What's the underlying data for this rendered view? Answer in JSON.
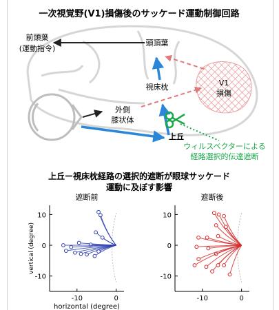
{
  "title": "一次視覚野(V1)損傷後のサッケード運動制御回路",
  "diagram": {
    "labels": {
      "frontal": [
        "前頭葉",
        "(運動指令)"
      ],
      "parietal": "頭頂葉",
      "pulvinar": "視床枕",
      "v1": [
        "V1",
        "損傷"
      ],
      "lgn": [
        "外側",
        "膝状体"
      ],
      "sc": "上丘",
      "virus": [
        "ウィルスベクターによる",
        "経路選択的伝達遮断"
      ]
    },
    "colors": {
      "black_arrow": "#222222",
      "blue_arrow": "#2a86d8",
      "red_dashed": "#e07a7a",
      "green": "#1aa84a",
      "lesion_hatch": "#e58a8a",
      "brain_outline": "#d6d6d6"
    },
    "icons": [
      "eye-icon",
      "scissors-icon"
    ]
  },
  "subtitle": [
    "上丘ー視床枕経路の選択的遮断が眼球サッケード",
    "運動に及ぼす影響"
  ],
  "chart_data": [
    {
      "type": "line",
      "title": "遮断前",
      "xlabel": "horizontal (degree)",
      "ylabel": "vertical (degree)",
      "xlim": [
        -17,
        2
      ],
      "ylim": [
        -15,
        13
      ],
      "xticks": [
        -10,
        0
      ],
      "yticks": [
        10,
        0,
        -10
      ],
      "series_color": "#2e3fb0",
      "endpoints": [
        [
          -4.5,
          10.8
        ],
        [
          -4.0,
          9.8
        ],
        [
          -5.2,
          4.2
        ],
        [
          -3.5,
          2.5
        ],
        [
          -9.5,
          0.8
        ],
        [
          -6.5,
          0.2
        ],
        [
          -13.5,
          0.0
        ],
        [
          -11.5,
          -0.6
        ],
        [
          -12.8,
          -1.8
        ],
        [
          -10.5,
          -2.4
        ],
        [
          -9.0,
          -2.8
        ],
        [
          -7.5,
          -3.0
        ],
        [
          -5.5,
          -3.5
        ],
        [
          -4.5,
          -2.0
        ]
      ]
    },
    {
      "type": "line",
      "title": "遮断後",
      "xlabel": "",
      "ylabel": "",
      "xlim": [
        -17,
        2
      ],
      "ylim": [
        -15,
        13
      ],
      "xticks": [
        -10,
        0
      ],
      "yticks": [
        10,
        0,
        -10
      ],
      "series_color": "#d42a2a",
      "endpoints": [
        [
          -7.0,
          10.5
        ],
        [
          -5.8,
          10.0
        ],
        [
          -4.5,
          9.5
        ],
        [
          -6.5,
          6.5
        ],
        [
          -4.0,
          6.0
        ],
        [
          -11.0,
          2.5
        ],
        [
          -8.8,
          2.5
        ],
        [
          -6.0,
          3.0
        ],
        [
          -11.5,
          -0.5
        ],
        [
          -8.5,
          -1.0
        ],
        [
          -6.5,
          -2.8
        ],
        [
          -11.0,
          -4.5
        ],
        [
          -12.0,
          -6.5
        ],
        [
          -9.0,
          -7.0
        ],
        [
          -7.5,
          -8.5
        ],
        [
          -6.0,
          -6.5
        ],
        [
          -4.5,
          -6.5
        ],
        [
          -3.0,
          -9.5
        ]
      ]
    }
  ]
}
